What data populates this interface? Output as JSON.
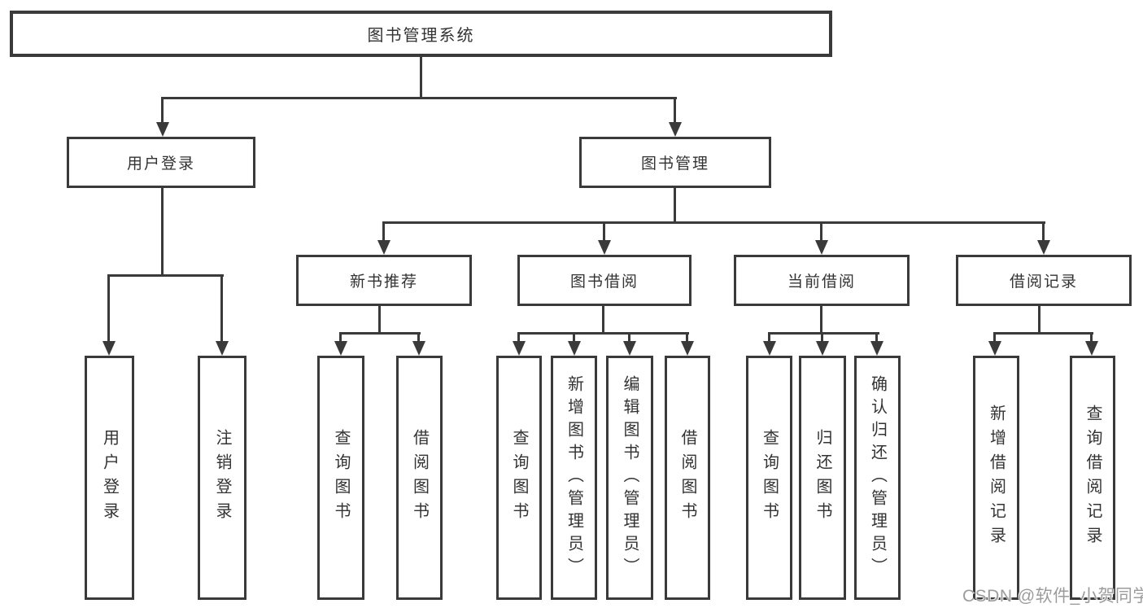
{
  "colors": {
    "line": "#3a3a3a",
    "text": "#333333",
    "background": "#ffffff",
    "watermark": "#9c9c9c"
  },
  "nodes": {
    "root": "图书管理系统",
    "user_login": "用户登录",
    "book_management": "图书管理",
    "new_book_recommend": "新书推荐",
    "book_borrow": "图书借阅",
    "current_borrow": "当前借阅",
    "borrow_records": "借阅记录",
    "leaf_user_login": "用户登录",
    "leaf_logout": "注销登录",
    "leaf_nbr_query_books": "查询图书",
    "leaf_nbr_borrow_books": "借阅图书",
    "leaf_bb_query_books": "查询图书",
    "leaf_bb_add_books_admin": "新增图书（管理员）",
    "leaf_bb_edit_books_admin": "编辑图书（管理员）",
    "leaf_bb_borrow_books": "借阅图书",
    "leaf_cb_query_books": "查询图书",
    "leaf_cb_return_books": "归还图书",
    "leaf_cb_confirm_return_admin": "确认归还（管理员）",
    "leaf_br_add_record": "新增借阅记录",
    "leaf_br_query_record": "查询借阅记录"
  },
  "watermark": "CSDN @软件_小贺同学"
}
